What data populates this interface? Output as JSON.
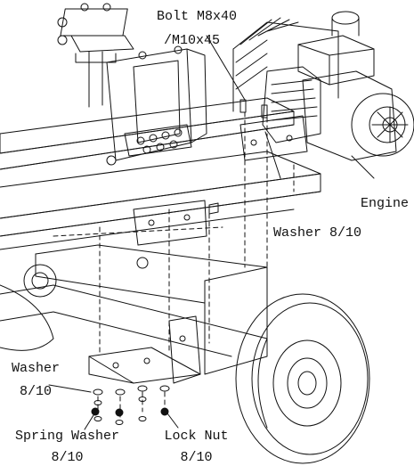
{
  "labels": {
    "bolt_line1": "Bolt M8x40",
    "bolt_line2": "/M10x45",
    "engine": "Engine",
    "washer_right": "Washer 8/10",
    "washer_left_line1": "Washer",
    "washer_left_line2": "8/10",
    "spring_washer_line1": "Spring Washer",
    "spring_washer_line2": "8/10",
    "lock_nut_line1": "Lock Nut",
    "lock_nut_line2": "8/10"
  },
  "colors": {
    "line": "#111111",
    "background": "#ffffff"
  }
}
